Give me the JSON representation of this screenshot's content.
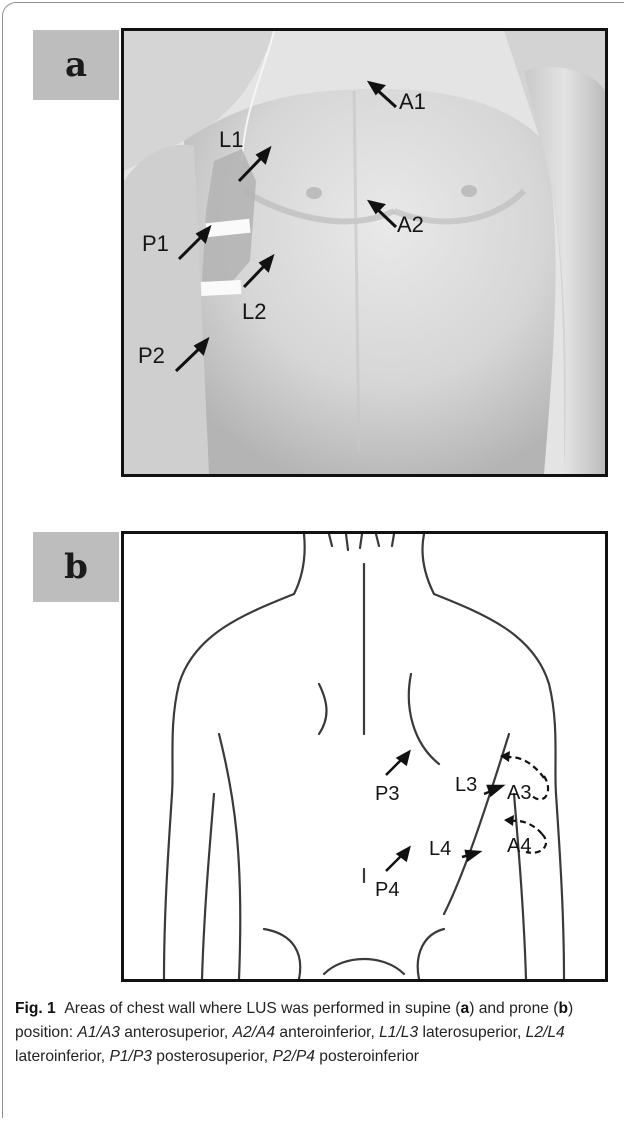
{
  "figure": {
    "panel_a": {
      "tag": "a",
      "labels": [
        "A1",
        "A2",
        "L1",
        "L2",
        "P1",
        "P2"
      ]
    },
    "panel_b": {
      "tag": "b",
      "labels": [
        "P3",
        "P4",
        "L3",
        "L4",
        "A3",
        "A4"
      ]
    }
  },
  "caption": {
    "fig_label": "Fig. 1",
    "intro": "Areas of chest wall where LUS was performed in supine (",
    "a": "a",
    "mid": ") and prone (",
    "b": "b",
    "after": ") position: ",
    "items": [
      {
        "code": "A1/A3",
        "text": " anterosuperior, "
      },
      {
        "code": "A2/A4",
        "text": " anteroinferior, "
      },
      {
        "code": "L1/L3",
        "text": " laterosuperior, "
      },
      {
        "code": "L2/L4",
        "text": " lateroinferior, "
      },
      {
        "code": "P1/P3",
        "text": " posterosuperior, "
      },
      {
        "code": "P2/P4",
        "text": " posteroinferior"
      }
    ]
  }
}
